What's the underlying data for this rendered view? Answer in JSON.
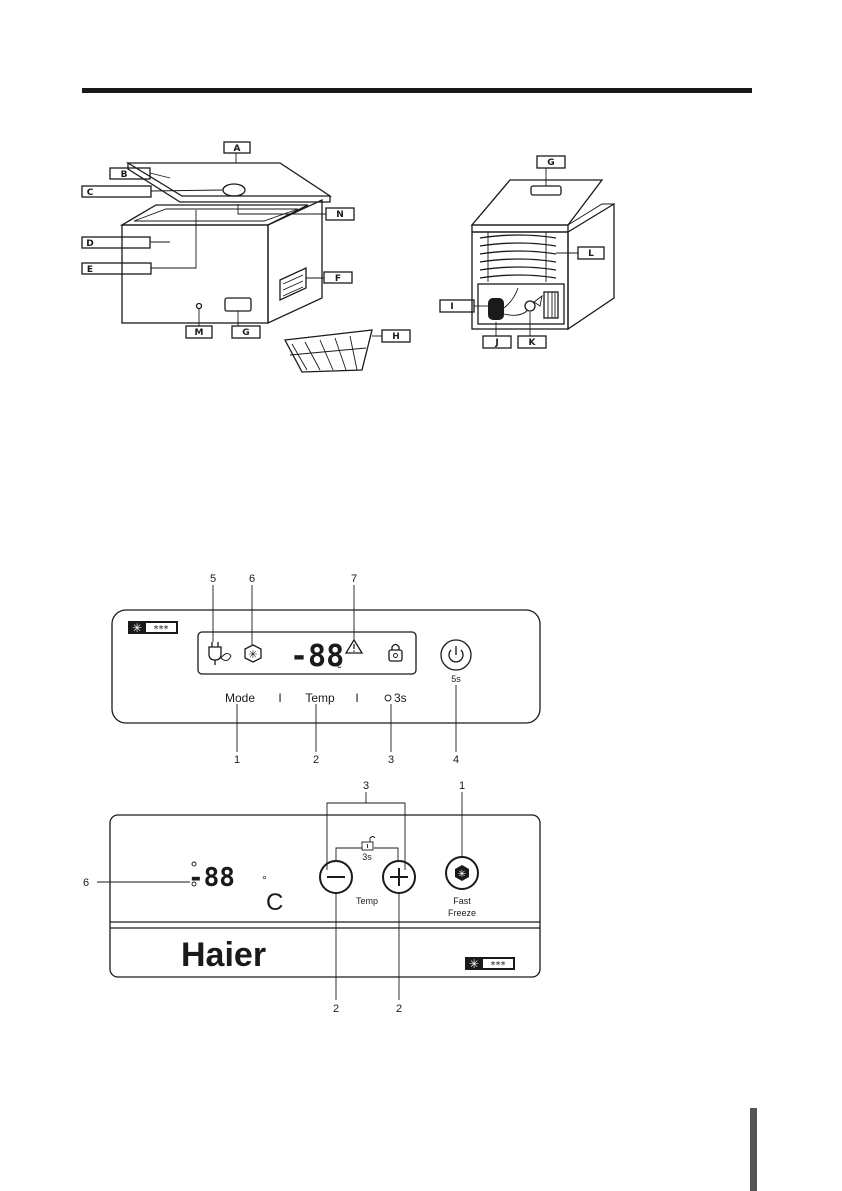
{
  "freezer_front": {
    "labels": {
      "A": "A",
      "B": "B",
      "C": "C",
      "D": "D",
      "E": "E",
      "F": "F",
      "G": "G",
      "H": "H",
      "M": "M",
      "N": "N"
    }
  },
  "freezer_back": {
    "labels": {
      "G": "G",
      "I": "I",
      "J": "J",
      "K": "K",
      "L": "L"
    }
  },
  "panel_top": {
    "star_rating": "***",
    "display": "-88",
    "display_unit": "c",
    "btn_mode": "Mode",
    "btn_temp": "Temp",
    "btn_lock": "3s",
    "power_hold": "5s",
    "sep": "I",
    "callouts": {
      "c1": "1",
      "c2": "2",
      "c3": "3",
      "c4": "4",
      "c5": "5",
      "c6": "6",
      "c7": "7"
    }
  },
  "panel_bottom": {
    "display": "-88",
    "degree": "°",
    "unit": "C",
    "lock_hold": "3s",
    "temp_label": "Temp",
    "fast_freeze_line1": "Fast",
    "fast_freeze_line2": "Freeze",
    "brand": "Haier",
    "star_rating": "***",
    "callouts": {
      "c1": "1",
      "c2a": "2",
      "c2b": "2",
      "c3": "3",
      "c6": "6"
    }
  }
}
